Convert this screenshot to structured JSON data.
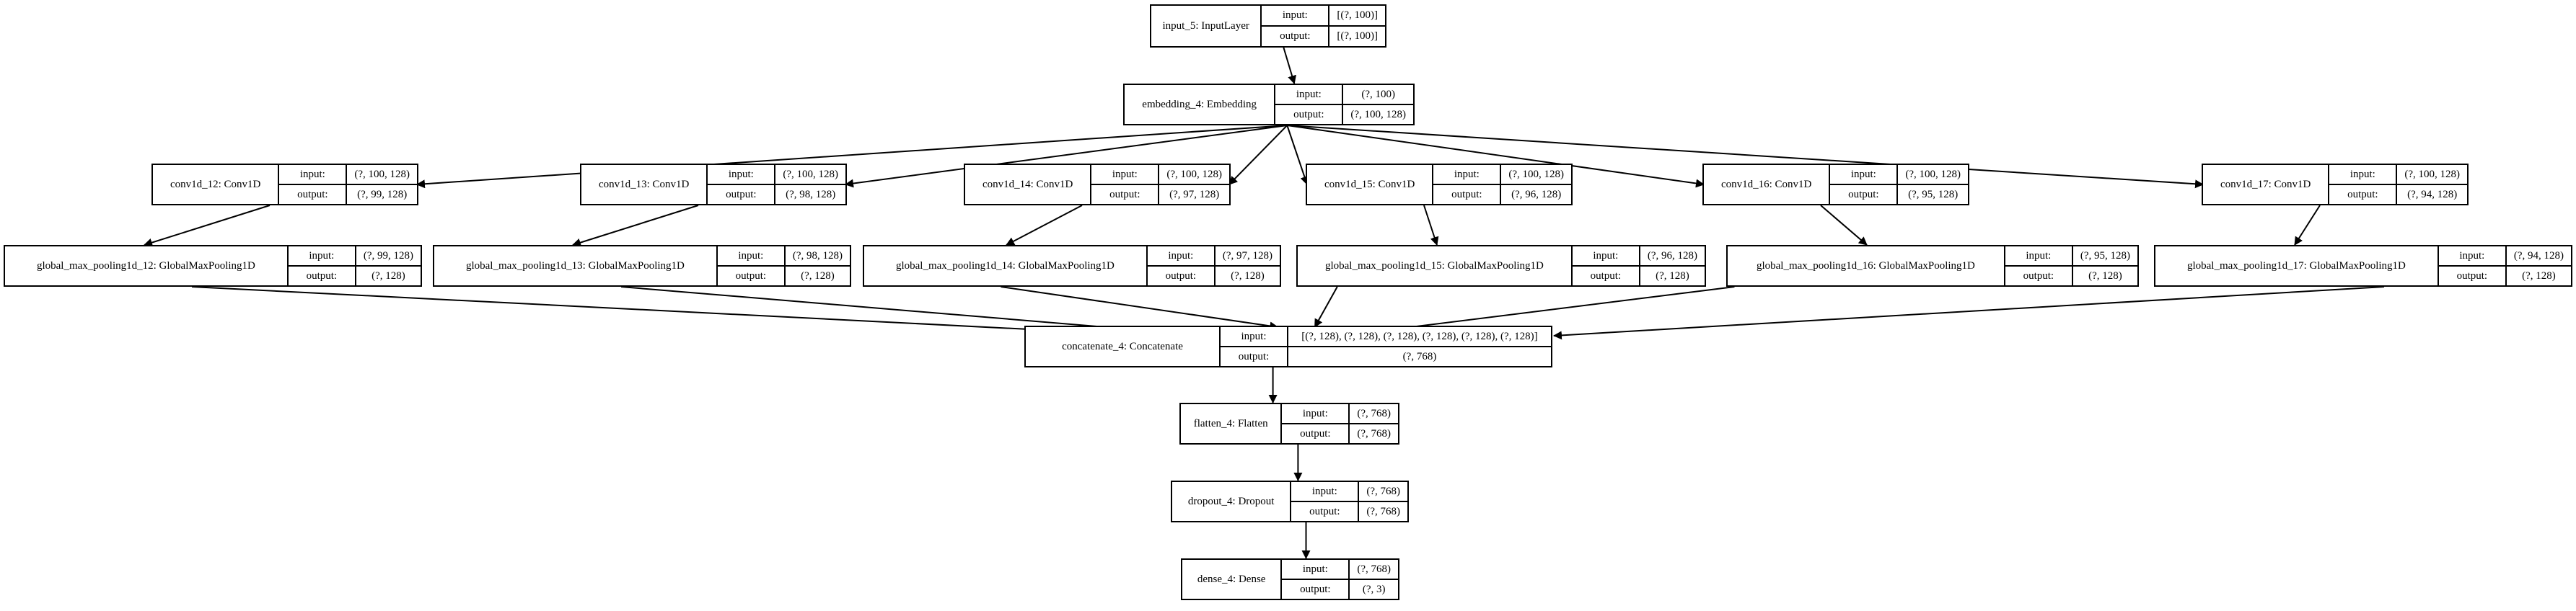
{
  "diagram": {
    "io_labels": {
      "input": "input:",
      "output": "output:"
    },
    "nodes": [
      {
        "id": "input_5",
        "name": "input_5: InputLayer",
        "input": "[(?, 100)]",
        "output": "[(?, 100)]"
      },
      {
        "id": "embedding_4",
        "name": "embedding_4: Embedding",
        "input": "(?, 100)",
        "output": "(?, 100, 128)"
      },
      {
        "id": "conv1d_12",
        "name": "conv1d_12: Conv1D",
        "input": "(?, 100, 128)",
        "output": "(?, 99, 128)"
      },
      {
        "id": "conv1d_13",
        "name": "conv1d_13: Conv1D",
        "input": "(?, 100, 128)",
        "output": "(?, 98, 128)"
      },
      {
        "id": "conv1d_14",
        "name": "conv1d_14: Conv1D",
        "input": "(?, 100, 128)",
        "output": "(?, 97, 128)"
      },
      {
        "id": "conv1d_15",
        "name": "conv1d_15: Conv1D",
        "input": "(?, 100, 128)",
        "output": "(?, 96, 128)"
      },
      {
        "id": "conv1d_16",
        "name": "conv1d_16: Conv1D",
        "input": "(?, 100, 128)",
        "output": "(?, 95, 128)"
      },
      {
        "id": "conv1d_17",
        "name": "conv1d_17: Conv1D",
        "input": "(?, 100, 128)",
        "output": "(?, 94, 128)"
      },
      {
        "id": "gmp_12",
        "name": "global_max_pooling1d_12: GlobalMaxPooling1D",
        "input": "(?, 99, 128)",
        "output": "(?, 128)"
      },
      {
        "id": "gmp_13",
        "name": "global_max_pooling1d_13: GlobalMaxPooling1D",
        "input": "(?, 98, 128)",
        "output": "(?, 128)"
      },
      {
        "id": "gmp_14",
        "name": "global_max_pooling1d_14: GlobalMaxPooling1D",
        "input": "(?, 97, 128)",
        "output": "(?, 128)"
      },
      {
        "id": "gmp_15",
        "name": "global_max_pooling1d_15: GlobalMaxPooling1D",
        "input": "(?, 96, 128)",
        "output": "(?, 128)"
      },
      {
        "id": "gmp_16",
        "name": "global_max_pooling1d_16: GlobalMaxPooling1D",
        "input": "(?, 95, 128)",
        "output": "(?, 128)"
      },
      {
        "id": "gmp_17",
        "name": "global_max_pooling1d_17: GlobalMaxPooling1D",
        "input": "(?, 94, 128)",
        "output": "(?, 128)"
      },
      {
        "id": "concatenate_4",
        "name": "concatenate_4: Concatenate",
        "input": "[(?, 128), (?, 128), (?, 128), (?, 128), (?, 128), (?, 128)]",
        "output": "(?, 768)"
      },
      {
        "id": "flatten_4",
        "name": "flatten_4: Flatten",
        "input": "(?, 768)",
        "output": "(?, 768)"
      },
      {
        "id": "dropout_4",
        "name": "dropout_4: Dropout",
        "input": "(?, 768)",
        "output": "(?, 768)"
      },
      {
        "id": "dense_4",
        "name": "dense_4: Dense",
        "input": "(?, 768)",
        "output": "(?, 3)"
      }
    ],
    "edges": [
      [
        "input_5",
        "embedding_4"
      ],
      [
        "embedding_4",
        "conv1d_12"
      ],
      [
        "embedding_4",
        "conv1d_13"
      ],
      [
        "embedding_4",
        "conv1d_14"
      ],
      [
        "embedding_4",
        "conv1d_15"
      ],
      [
        "embedding_4",
        "conv1d_16"
      ],
      [
        "embedding_4",
        "conv1d_17"
      ],
      [
        "conv1d_12",
        "gmp_12"
      ],
      [
        "conv1d_13",
        "gmp_13"
      ],
      [
        "conv1d_14",
        "gmp_14"
      ],
      [
        "conv1d_15",
        "gmp_15"
      ],
      [
        "conv1d_16",
        "gmp_16"
      ],
      [
        "conv1d_17",
        "gmp_17"
      ],
      [
        "gmp_12",
        "concatenate_4"
      ],
      [
        "gmp_13",
        "concatenate_4"
      ],
      [
        "gmp_14",
        "concatenate_4"
      ],
      [
        "gmp_15",
        "concatenate_4"
      ],
      [
        "gmp_16",
        "concatenate_4"
      ],
      [
        "gmp_17",
        "concatenate_4"
      ],
      [
        "concatenate_4",
        "flatten_4"
      ],
      [
        "flatten_4",
        "dropout_4"
      ],
      [
        "dropout_4",
        "dense_4"
      ]
    ]
  }
}
